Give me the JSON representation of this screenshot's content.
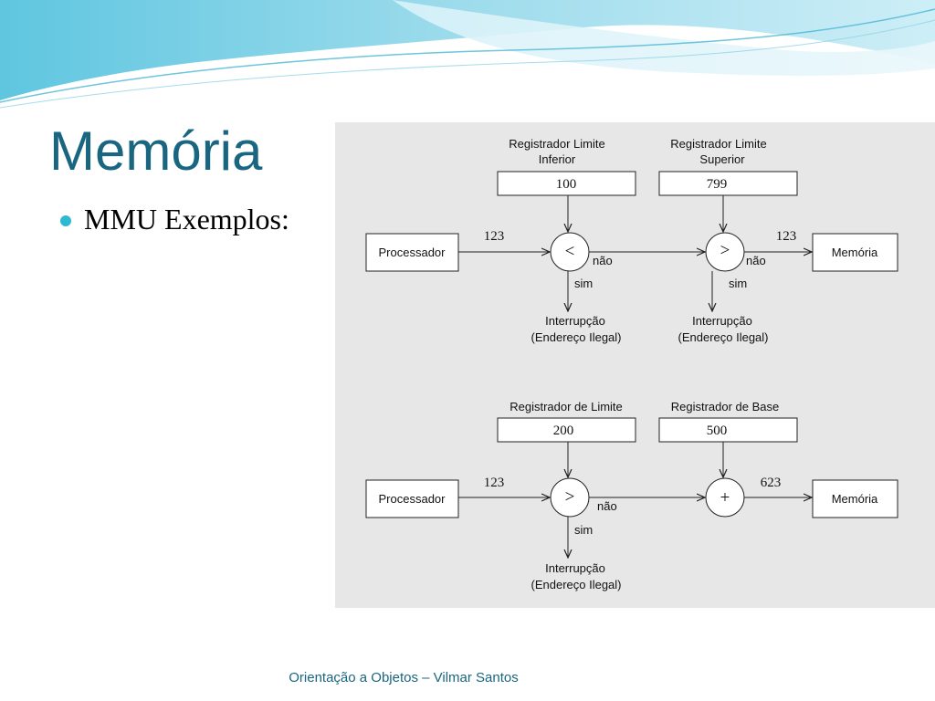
{
  "slide": {
    "title": "Memória",
    "bullet": "MMU Exemplos:",
    "footer": "Orientação a Objetos – Vilmar Santos"
  },
  "diagram1": {
    "reg_inferior": [
      "Registrador Limite",
      "Inferior"
    ],
    "reg_inferior_value": "100",
    "reg_superior": [
      "Registrador Limite",
      "Superior"
    ],
    "reg_superior_value": "799",
    "processor": "Processador",
    "memory": "Memória",
    "input_address": "123",
    "output_address": "123",
    "compare_less": "<",
    "compare_greater": ">",
    "no_label": "não",
    "yes_label": "sim",
    "interrupt": [
      "Interrupção",
      "(Endereço Ilegal)"
    ]
  },
  "diagram2": {
    "reg_limite": "Registrador de Limite",
    "reg_limite_value": "200",
    "reg_base": "Registrador de Base",
    "reg_base_value": "500",
    "processor": "Processador",
    "memory": "Memória",
    "input_address": "123",
    "output_address": "623",
    "compare_greater": ">",
    "add": "+",
    "no_label": "não",
    "yes_label": "sim",
    "interrupt": [
      "Interrupção",
      "(Endereço Ilegal)"
    ]
  },
  "colors": {
    "title": "#1a6680",
    "bullet": "#2fb8d4",
    "diagram_bg": "#e7e7e7"
  }
}
